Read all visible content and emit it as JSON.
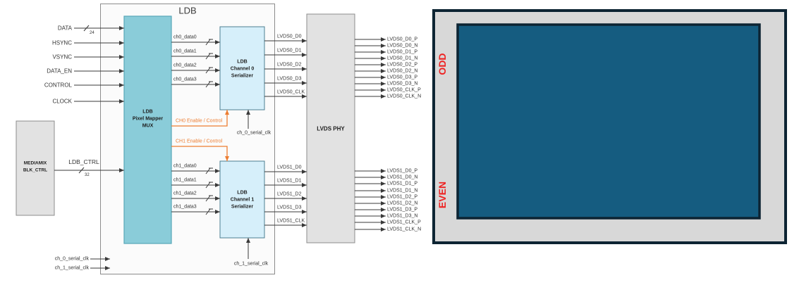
{
  "diagram": {
    "title": "LDB",
    "inputs": [
      "DATA",
      "HSYNC",
      "VSYNC",
      "DATA_EN",
      "CONTROL",
      "CLOCK"
    ],
    "data_bus_width": "24",
    "mediamix": {
      "line1": "MEDIAMIX",
      "line2": "BLK_CTRL",
      "output": "LDB_CTRL",
      "bus_width": "32"
    },
    "pixel_mapper": {
      "line1": "LDB",
      "line2": "Pixel Mapper",
      "line3": "MUX"
    },
    "serializer0": {
      "line1": "LDB",
      "line2": "Channel 0",
      "line3": "Serializer"
    },
    "serializer1": {
      "line1": "LDB",
      "line2": "Channel 1",
      "line3": "Serializer"
    },
    "ch0_data": [
      "ch0_data0",
      "ch0_data1",
      "ch0_data2",
      "ch0_data3"
    ],
    "ch1_data": [
      "ch1_data0",
      "ch1_data1",
      "ch1_data2",
      "ch1_data3"
    ],
    "ch0_enable": "CH0 Enable / Control",
    "ch1_enable": "CH1 Enable / Control",
    "ch0_serial_clk": "ch_0_serial_clk",
    "ch1_serial_clk": "ch_1_serial_clk",
    "lvds_phy": "LVDS PHY",
    "lvds0_in": [
      "LVDS0_D0",
      "LVDS0_D1",
      "LVDS0_D2",
      "LVDS0_D3",
      "LVDS0_CLK"
    ],
    "lvds1_in": [
      "LVDS1_D0",
      "LVDS1_D1",
      "LVDS1_D2",
      "LVDS1_D3",
      "LVDS1_CLK"
    ],
    "lvds0_out": [
      "LVDS0_D0_P",
      "LVDS0_D0_N",
      "LVDS0_D1_P",
      "LVDS0_D1_N",
      "LVDS0_D2_P",
      "LVDS0_D2_N",
      "LVDS0_D3_P",
      "LVDS0_D3_N",
      "LVDS0_CLK_P",
      "LVDS0_CLK_N"
    ],
    "lvds1_out": [
      "LVDS1_D0_P",
      "LVDS1_D0_N",
      "LVDS1_D1_P",
      "LVDS1_D1_N",
      "LVDS1_D2_P",
      "LVDS1_D2_N",
      "LVDS1_D3_P",
      "LVDS1_D3_N",
      "LVDS1_CLK_P",
      "LVDS1_CLK_N"
    ]
  },
  "panel": {
    "odd": "ODD",
    "even": "EVEN"
  },
  "colors": {
    "wire": "#3a3a3a",
    "enable_orange": "#ed7d31",
    "field_red": "#ee2222",
    "pixel_mapper_fill": "#8accd9",
    "serializer_fill": "#d6effa",
    "block_gray": "#e2e2e2",
    "ldb_box_fill": "#fbfbfb",
    "panel_bezel": "#d8d8d8",
    "panel_border": "#0d2433",
    "screen_blue": "#155c80"
  }
}
